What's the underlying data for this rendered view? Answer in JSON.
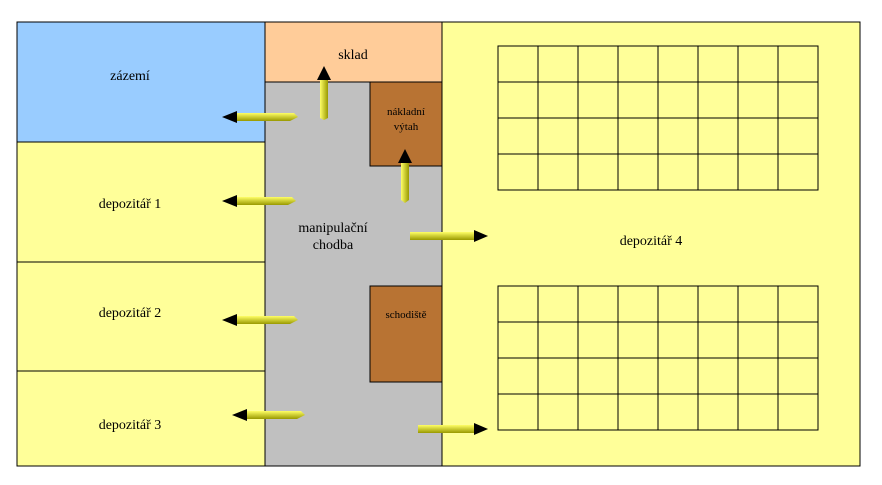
{
  "colors": {
    "zazemi": "#99ccff",
    "depozitar": "#ffff99",
    "sklad": "#ffcc99",
    "chodba": "#c0c0c0",
    "special_room": "#b87333",
    "arrow_fill": "#999900",
    "arrow_highlight": "#ffff66",
    "outline": "#000000"
  },
  "rooms": {
    "zazemi": "zázemí",
    "depozitar_1": "depozitář 1",
    "depozitar_2": "depozitář 2",
    "depozitar_3": "depozitář 3",
    "sklad": "sklad",
    "manipulacni_line1": "manipulační",
    "manipulacni_line2": "chodba",
    "vytah_line1": "nákladní",
    "vytah_line2": "výtah",
    "schodiste": "schodiště",
    "depozitar_4": "depozitář 4"
  },
  "shelving": {
    "columns": 8,
    "rows": 4
  }
}
